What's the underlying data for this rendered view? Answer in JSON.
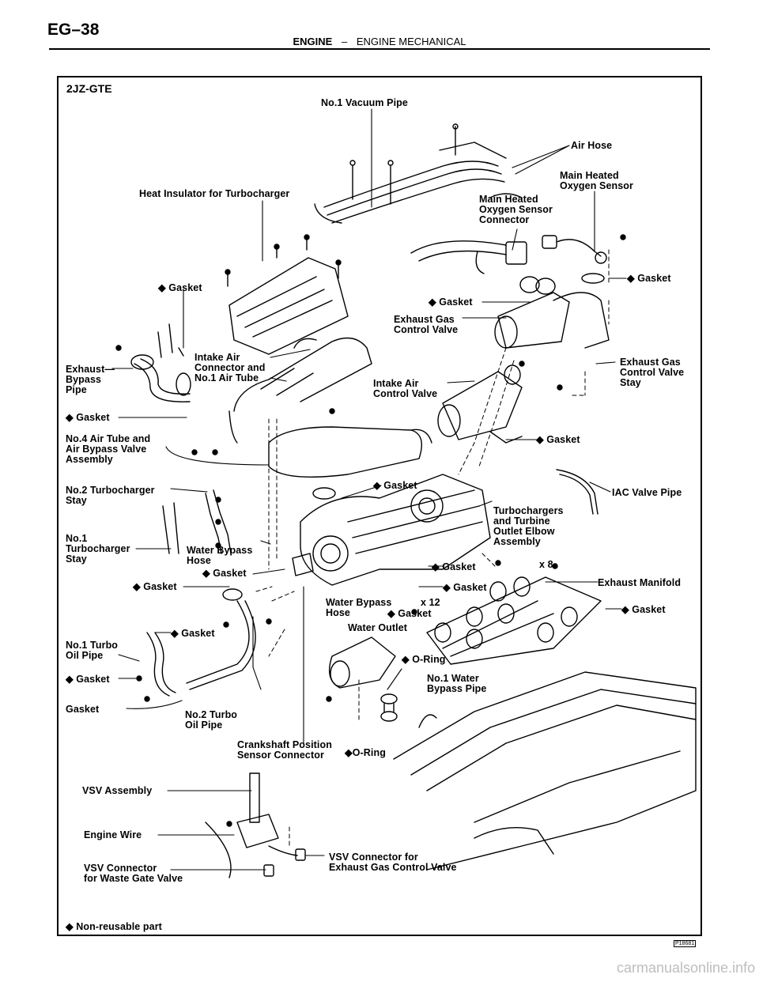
{
  "page": {
    "code": "EG–38",
    "section": "ENGINE",
    "separator": "–",
    "subsection": "ENGINE MECHANICAL",
    "figure_number": "P18681",
    "footer": "carmanualsonline.info"
  },
  "figure": {
    "engine_code": "2JZ-GTE",
    "legend": "◆ Non-reusable part",
    "labels": [
      "No.1 Vacuum Pipe",
      "Air Hose",
      "Main Heated\nOxygen Sensor",
      "Heat Insulator for Turbocharger",
      "Main Heated\nOxygen Sensor\nConnector",
      "◆ Gasket",
      "◆ Gasket",
      "◆ Gasket",
      "Exhaust Gas\nControl Valve",
      "Exhaust—\nBypass\nPipe",
      "Intake Air\nConnector and\nNo.1 Air Tube",
      "Exhaust Gas\nControl Valve\nStay",
      "Intake Air\nControl Valve",
      "◆ Gasket",
      "No.4 Air Tube and\nAir Bypass Valve\nAssembly",
      "◆ Gasket",
      "No.2 Turbocharger\nStay",
      "◆ Gasket",
      "IAC Valve Pipe",
      "No.1\nTurbocharger\nStay",
      "Water Bypass\nHose",
      "Turbochargers\nand Turbine\nOutlet Elbow\nAssembly",
      "◆ Gasket",
      "◆ Gasket",
      "x 8",
      "◆ Gasket",
      "Exhaust Manifold",
      "◆ Gasket",
      "Water Bypass\nHose",
      "x 12",
      "◆ Gasket",
      "◆ Gasket",
      "Water Outlet",
      "No.1 Turbo\nOil Pipe",
      "◆ O-Ring",
      "◆ Gasket",
      "No.1 Water\nBypass Pipe",
      "◆ Gasket",
      "Gasket",
      "No.2 Turbo\nOil Pipe",
      "Crankshaft Position\nSensor Connector",
      "◆O-Ring",
      "VSV Assembly",
      "Engine Wire",
      "VSV Connector\nfor Waste Gate Valve",
      "VSV Connector for\nExhaust Gas Control Valve"
    ]
  }
}
